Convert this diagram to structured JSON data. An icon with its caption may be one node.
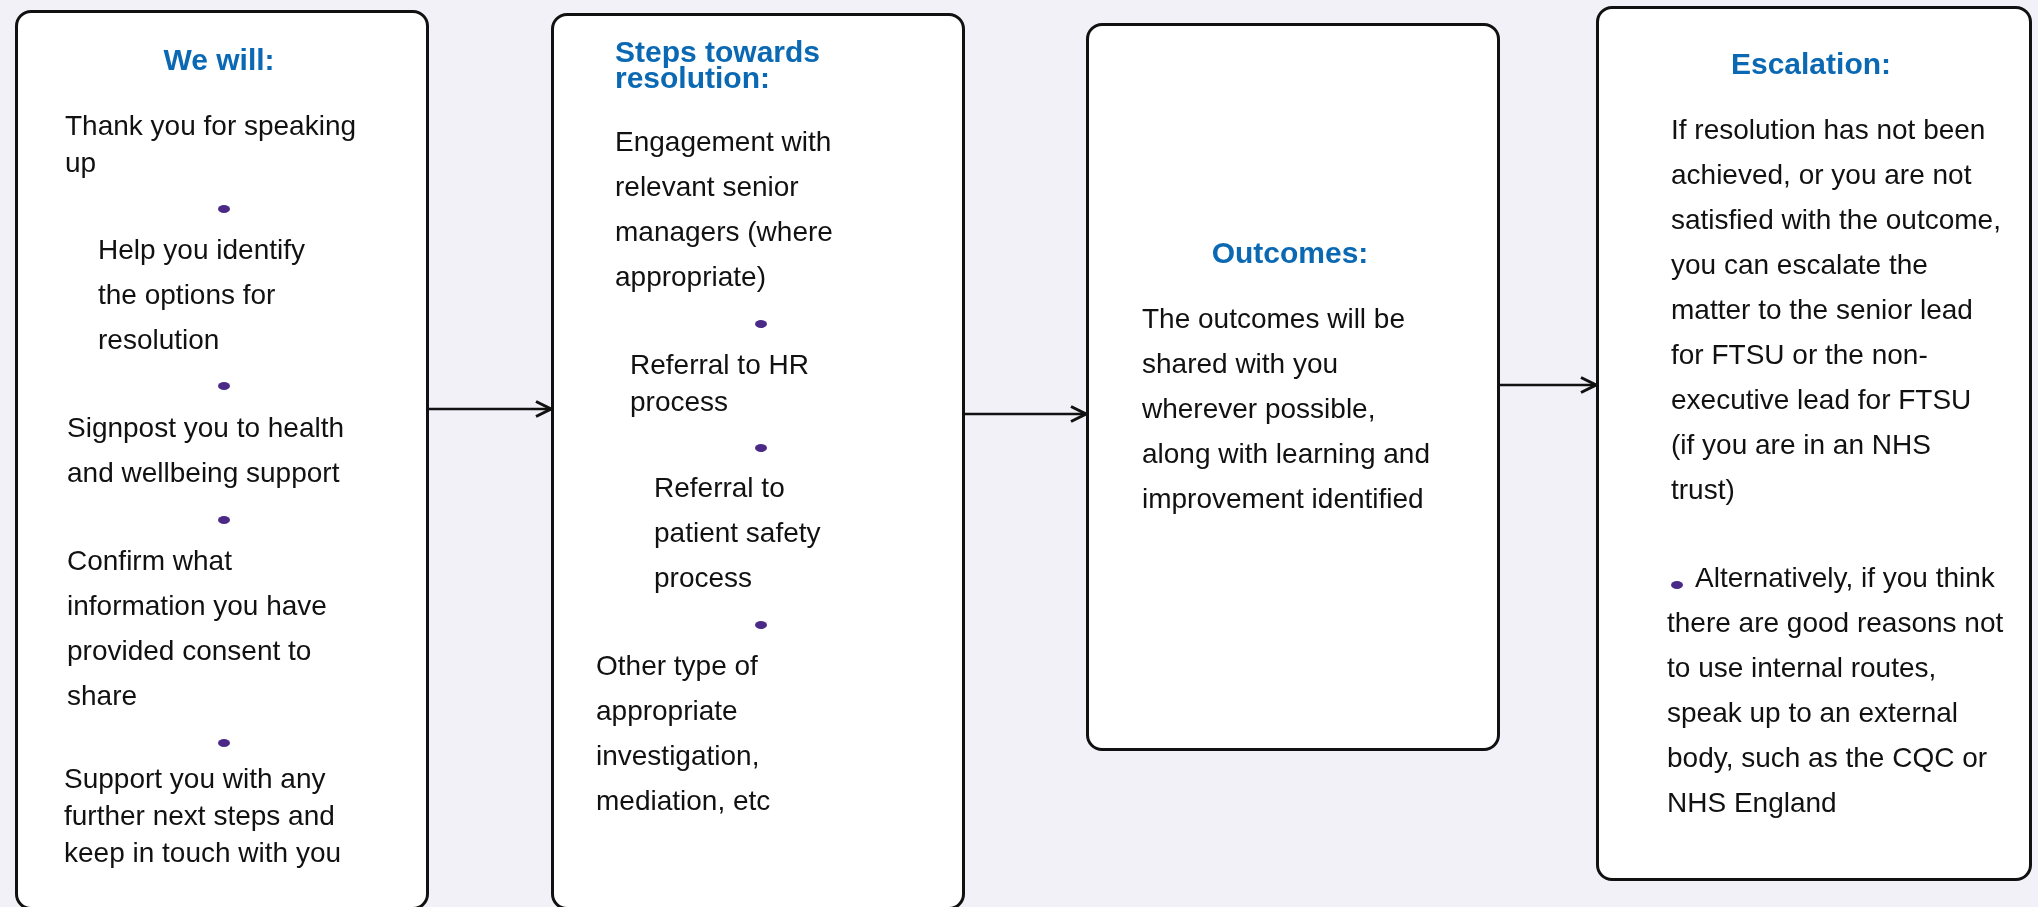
{
  "diagram": {
    "nodes": [
      {
        "text": [
          "We will:",
          "Thank you for speaking up",
          "Help you identify the options for resolution",
          "Signpost you to health and wellbeing support",
          "Confirm what information you have provided consent to share",
          "Support you with any further next steps and keep in touch with you"
        ]
      },
      {
        "text": [
          "Steps towards resolution:",
          "Engagement with relevant senior managers (where appropriate)",
          "Referral to HR process",
          "Referral to patient safety process",
          "Other type of appropriate investigation, mediation, etc"
        ]
      },
      {
        "text": [
          "Outcomes:",
          "The outcomes will be shared with you wherever possible, along with learning and improvement identified"
        ]
      },
      {
        "text": [
          "Escalation:",
          "If resolution has not been achieved, or you are not satisfied with the outcome, you can escalate the matter to the senior lead for FTSU or the non-executive lead for FTSU (if you are in an NHS trust)",
          "Alternatively, if you think there are good reasons not to use internal routes, speak up to an external body, such as the CQC or NHS England"
        ]
      }
    ],
    "edges": [
      {
        "from": 0,
        "to": 1,
        "arrow": "to"
      },
      {
        "from": 1,
        "to": 2,
        "arrow": "to"
      },
      {
        "from": 2,
        "to": 3,
        "arrow": "to"
      }
    ]
  }
}
